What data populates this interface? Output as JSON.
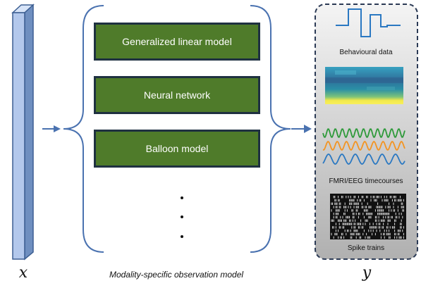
{
  "models": [
    {
      "label": "Generalized linear model"
    },
    {
      "label": "Neural network"
    },
    {
      "label": "Balloon model"
    }
  ],
  "ellipsis": ".\n.\n.",
  "input_variable": "x",
  "output_variable": "y",
  "caption": "Modality-specific observation model",
  "outputs": {
    "behavioural": "Behavioural data",
    "timecourses": "FMRI/EEG timecourses",
    "spikes": "Spike trains"
  },
  "colors": {
    "model_fill": "#4f7b2a",
    "model_border": "#1f3141",
    "brace": "#4a72b0",
    "arrow": "#4a72b0",
    "panel_fill": "#bdbdbd",
    "panel_border": "#2b3a55",
    "bar_front": "#b3c8ec",
    "wave_green": "#2e9a3a",
    "wave_orange": "#f39422",
    "wave_blue": "#2a78c2"
  }
}
